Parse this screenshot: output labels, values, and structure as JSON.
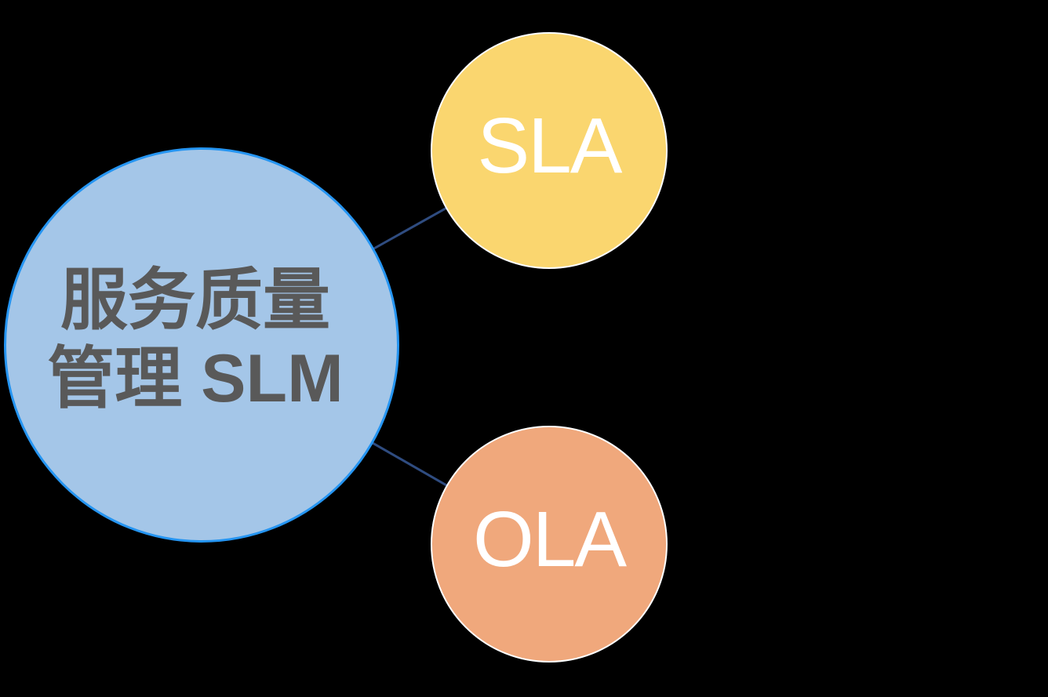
{
  "page": {
    "background_color": "#000000"
  },
  "diagram": {
    "type": "radial-bubble-diagram",
    "connector_color": "#2F4C80",
    "center_node": {
      "id": "slm",
      "label_line1": "服务质量",
      "label_line2": "管理 SLM",
      "fill_color": "#A4C6E8",
      "border_color": "#2595F2",
      "text_color": "#595959"
    },
    "satellite_nodes": [
      {
        "id": "sla",
        "label": "SLA",
        "fill_color": "#FAD66F",
        "border_color": "#FFFFFF",
        "text_color": "#FFFFFF"
      },
      {
        "id": "ola",
        "label": "OLA",
        "fill_color": "#F0A87C",
        "border_color": "#FFFFFF",
        "text_color": "#FFFFFF"
      }
    ],
    "connections": [
      {
        "from": "slm",
        "to": "sla"
      },
      {
        "from": "slm",
        "to": "ola"
      }
    ]
  }
}
